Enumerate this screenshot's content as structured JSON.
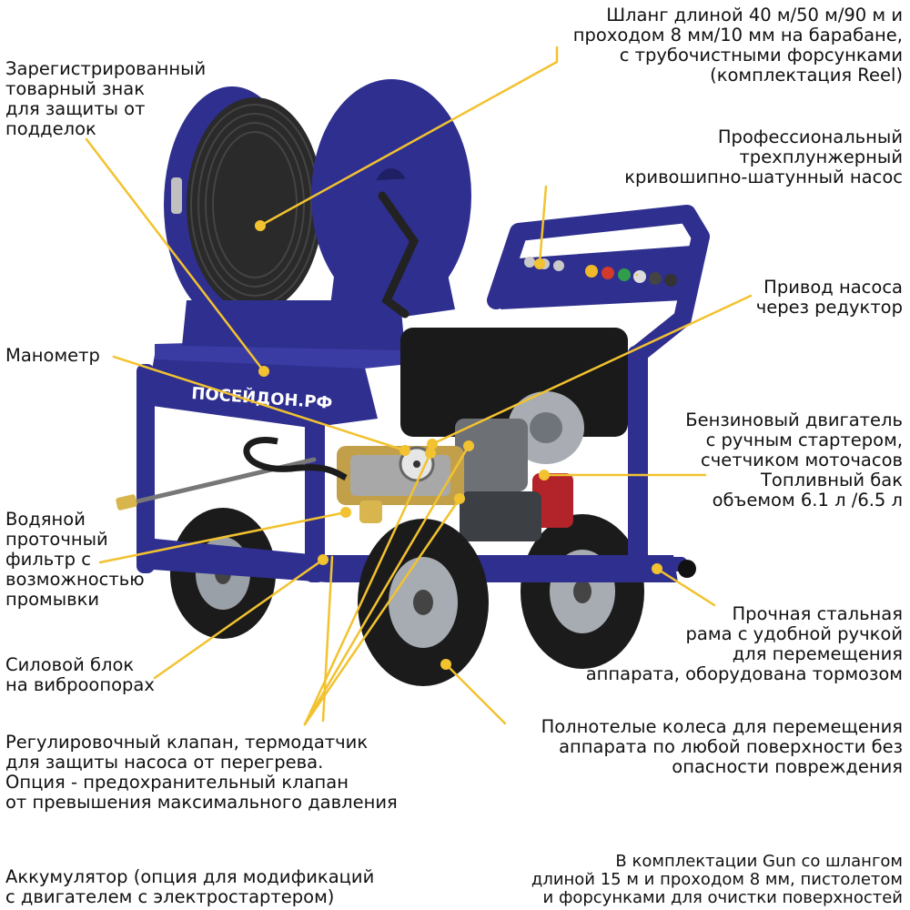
{
  "colors": {
    "frame": "#2e2f8f",
    "frame_dark": "#1f1f66",
    "leader": "#f2c230",
    "tank": "#b3232a",
    "hose": "#2a2a2a",
    "tire": "#1b1b1b"
  },
  "brand": {
    "logo_text": "ПОСЕЙДОН.РФ"
  },
  "labels": {
    "hose": "Шланг длиной 40 м/50 м/90 м и\nпроходом 8 мм/10 мм на барабане,\nс трубочистными форсунками\n(комплектация Reel)",
    "trademark": "Зарегистрированный\nтоварный знак\nдля защиты от\nподделок",
    "pump": "Профессиональный\nтрехплунжерный\nкривошипно-шатунный насос",
    "drive": "Привод насоса\nчерез редуктор",
    "manometer": "Манометр",
    "engine": "Бензиновый двигатель\nс ручным стартером,\nсчетчиком моточасов",
    "tank": "Топливный бак\nобъемом 6.1 л /6.5 л",
    "filter": "Водяной\nпроточный\nфильтр с\nвозможностью\nпромывки",
    "frame": "Прочная стальная\nрама с удобной ручкой\nдля перемещения\nаппарата, оборудована тормозом",
    "power": "Силовой блок\nна виброопорах",
    "wheels": "Полнотелые колеса для перемещения\nаппарата по любой поверхности без\nопасности повреждения",
    "valve": "Регулировочный клапан, термодатчик\nдля защиты насоса от перегрева.\nОпция - предохранительный клапан\nот превышения максимального давления",
    "battery": "Аккумулятор (опция для модификаций\nс двигателем с электростартером)",
    "gun": "В комплектации Gun со шлангом\nдлиной 15 м и проходом 8 мм, пистолетом\nи форсунками для очистки поверхностей"
  }
}
